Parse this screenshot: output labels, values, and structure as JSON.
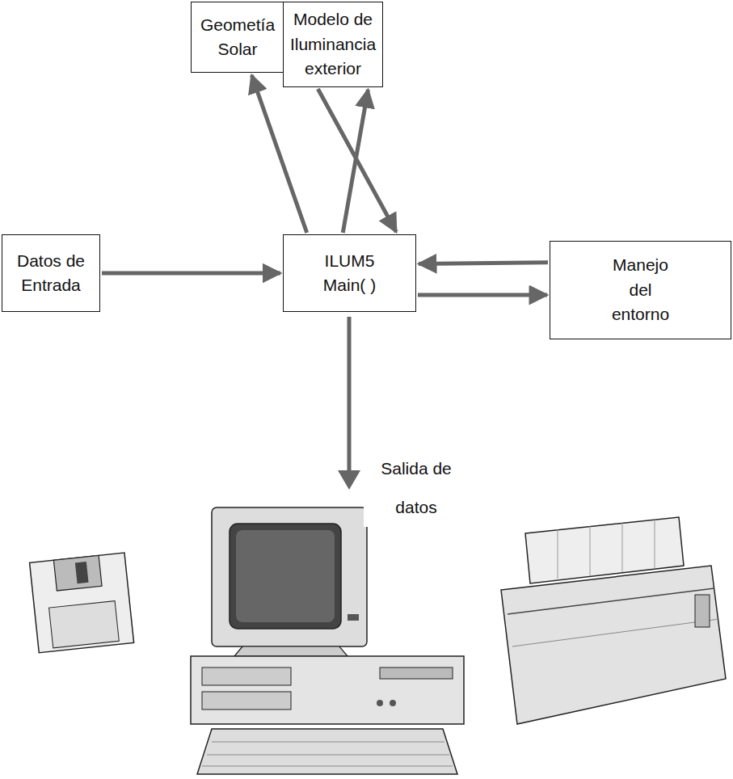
{
  "diagram": {
    "nodes": [
      {
        "text": [
          "Geometía Solar"
        ]
      },
      {
        "text": [
          "Modelo de Iluminancia exterior"
        ]
      },
      {
        "text": [
          "Datos de Entrada"
        ]
      },
      {
        "text": [
          "ILUM5 Main( )"
        ]
      },
      {
        "text": [
          "Manejo del entorno"
        ]
      }
    ],
    "edges": [
      {
        "from": 2,
        "to": 3,
        "arrow": "to"
      },
      {
        "from": 3,
        "to": 0,
        "arrow": "to"
      },
      {
        "from": 3,
        "to": 1,
        "arrow": "to"
      },
      {
        "from": 1,
        "to": 3,
        "arrow": "to"
      },
      {
        "from": 4,
        "to": 3,
        "arrow": "to"
      },
      {
        "from": 3,
        "to": 4,
        "arrow": "to"
      }
    ],
    "labels": [
      "Salida de datos"
    ]
  }
}
